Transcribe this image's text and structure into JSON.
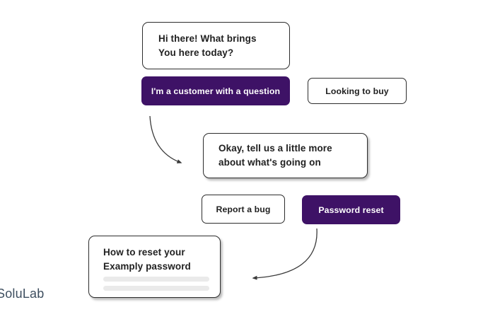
{
  "brand": {
    "logo_text": "SoluLab"
  },
  "colors": {
    "selected_button_purple": "#3e1266",
    "box_border": "#2d2d2d",
    "text": "#212121",
    "arrow": "#3a3a3a",
    "placeholder_bar": "#eaeaea",
    "logo_text": "#3d4e5f",
    "background": "#ffffff"
  },
  "flow": {
    "message1": {
      "text": "Hi there! What brings\nYou here today?"
    },
    "options1": [
      {
        "label": "I'm a customer with a question",
        "selected": true
      },
      {
        "label": "Looking to buy",
        "selected": false
      }
    ],
    "message2": {
      "text": "Okay, tell us a little more\nabout what's going on"
    },
    "options2": [
      {
        "label": "Report a bug",
        "selected": false
      },
      {
        "label": "Password reset",
        "selected": true
      }
    ],
    "result_card": {
      "title": "How to reset your\nExamply password"
    }
  }
}
